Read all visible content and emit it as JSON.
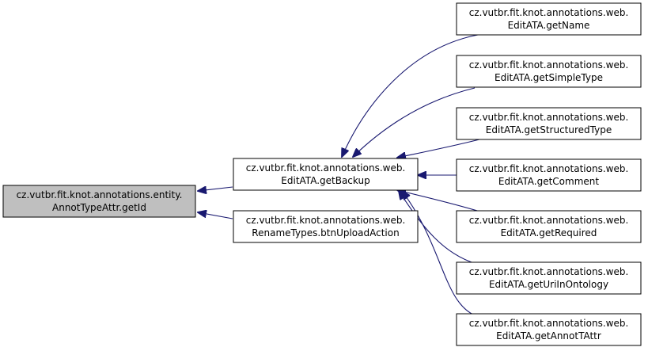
{
  "diagram": {
    "type": "call-graph",
    "edge_color": "#191970",
    "focus_fill": "#bfbfbf",
    "node_fill": "#ffffff",
    "border_color": "#000000",
    "nodes": [
      {
        "id": "annot-type-attr-getid",
        "line1": "cz.vutbr.fit.knot.annotations.entity.",
        "line2": "AnnotTypeAttr.getId",
        "focus": true
      },
      {
        "id": "editata-getbackup",
        "line1": "cz.vutbr.fit.knot.annotations.web.",
        "line2": "EditATA.getBackup"
      },
      {
        "id": "renametypes-btnuploadaction",
        "line1": "cz.vutbr.fit.knot.annotations.web.",
        "line2": "RenameTypes.btnUploadAction"
      },
      {
        "id": "editata-getname",
        "line1": "cz.vutbr.fit.knot.annotations.web.",
        "line2": "EditATA.getName"
      },
      {
        "id": "editata-getsimpletype",
        "line1": "cz.vutbr.fit.knot.annotations.web.",
        "line2": "EditATA.getSimpleType"
      },
      {
        "id": "editata-getstructuredtype",
        "line1": "cz.vutbr.fit.knot.annotations.web.",
        "line2": "EditATA.getStructuredType"
      },
      {
        "id": "editata-getcomment",
        "line1": "cz.vutbr.fit.knot.annotations.web.",
        "line2": "EditATA.getComment"
      },
      {
        "id": "editata-getrequired",
        "line1": "cz.vutbr.fit.knot.annotations.web.",
        "line2": "EditATA.getRequired"
      },
      {
        "id": "editata-geturiinontology",
        "line1": "cz.vutbr.fit.knot.annotations.web.",
        "line2": "EditATA.getUriInOntology"
      },
      {
        "id": "editata-getannottattr",
        "line1": "cz.vutbr.fit.knot.annotations.web.",
        "line2": "EditATA.getAnnotTAttr"
      }
    ],
    "edges": [
      {
        "from": "editata-getbackup",
        "to": "annot-type-attr-getid"
      },
      {
        "from": "renametypes-btnuploadaction",
        "to": "annot-type-attr-getid"
      },
      {
        "from": "editata-getname",
        "to": "editata-getbackup"
      },
      {
        "from": "editata-getsimpletype",
        "to": "editata-getbackup"
      },
      {
        "from": "editata-getstructuredtype",
        "to": "editata-getbackup"
      },
      {
        "from": "editata-getcomment",
        "to": "editata-getbackup"
      },
      {
        "from": "editata-getrequired",
        "to": "editata-getbackup"
      },
      {
        "from": "editata-geturiinontology",
        "to": "editata-getbackup"
      },
      {
        "from": "editata-getannottattr",
        "to": "editata-getbackup"
      }
    ]
  }
}
